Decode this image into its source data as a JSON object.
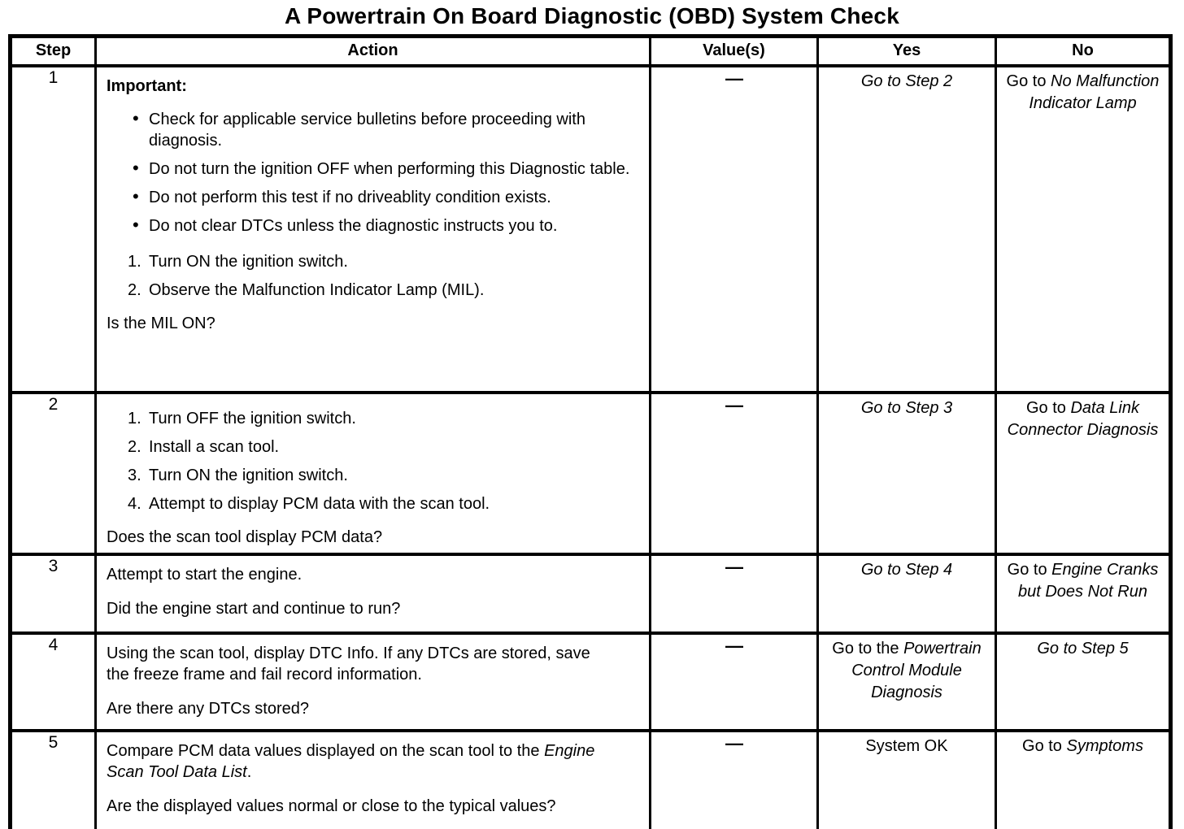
{
  "title": "A Powertrain On Board Diagnostic (OBD) System Check",
  "table": {
    "columns": [
      "Step",
      "Action",
      "Value(s)",
      "Yes",
      "No"
    ],
    "rows": [
      {
        "step": "1",
        "action": {
          "heading": "Important:",
          "bullets": [
            [
              "Check for applicable service bulletins before proceeding with diagnosis."
            ],
            [
              "Do not turn the ignition OFF when performing this Diagnostic table."
            ],
            [
              "Do not perform this test if no driveablity condition exists."
            ],
            [
              "Do not clear DTCs unless the diagnostic instructs you to."
            ]
          ],
          "numbered": [
            [
              "Turn ON the ignition switch."
            ],
            [
              "Observe the Malfunction Indicator Lamp (MIL)."
            ]
          ],
          "question": [
            "Is the MIL ON?"
          ]
        },
        "values": "—",
        "yes": [
          {
            "i": "Go to Step 2"
          }
        ],
        "no": [
          "Go to ",
          {
            "i": "No Malfunction Indicator Lamp"
          }
        ]
      },
      {
        "step": "2",
        "action": {
          "numbered": [
            [
              "Turn OFF the ignition switch."
            ],
            [
              "Install a scan tool."
            ],
            [
              "Turn ON the ignition switch."
            ],
            [
              "Attempt to display PCM data with the scan tool."
            ]
          ],
          "question": [
            "Does the scan tool display PCM data?"
          ]
        },
        "values": "—",
        "yes": [
          {
            "i": "Go to Step 3"
          }
        ],
        "no": [
          "Go to ",
          {
            "i": "Data Link Connector Diagnosis"
          }
        ]
      },
      {
        "step": "3",
        "action": {
          "paragraphs": [
            [
              "Attempt to start the engine."
            ]
          ],
          "question": [
            "Did the engine start and continue to run?"
          ]
        },
        "values": "—",
        "yes": [
          {
            "i": "Go to Step 4"
          }
        ],
        "no": [
          "Go to ",
          {
            "i": "Engine Cranks but Does Not Run"
          }
        ]
      },
      {
        "step": "4",
        "action": {
          "paragraphs": [
            [
              "Using the scan tool, display DTC Info. If any DTCs are stored, save the freeze frame and fail record information."
            ]
          ],
          "question": [
            "Are there any DTCs stored?"
          ]
        },
        "values": "—",
        "yes": [
          "Go to the ",
          {
            "i": "Powertrain Control Module Diagnosis"
          }
        ],
        "no": [
          {
            "i": "Go to Step 5"
          }
        ]
      },
      {
        "step": "5",
        "action": {
          "paragraphs": [
            [
              "Compare PCM data values displayed on the scan tool to the ",
              {
                "i": "Engine Scan Tool Data List"
              },
              "."
            ]
          ],
          "question": [
            "Are the displayed values normal or close to the typical values?"
          ]
        },
        "values": "—",
        "yes": [
          "System OK"
        ],
        "no": [
          "Go to ",
          {
            "i": "Symptoms"
          }
        ]
      }
    ]
  }
}
